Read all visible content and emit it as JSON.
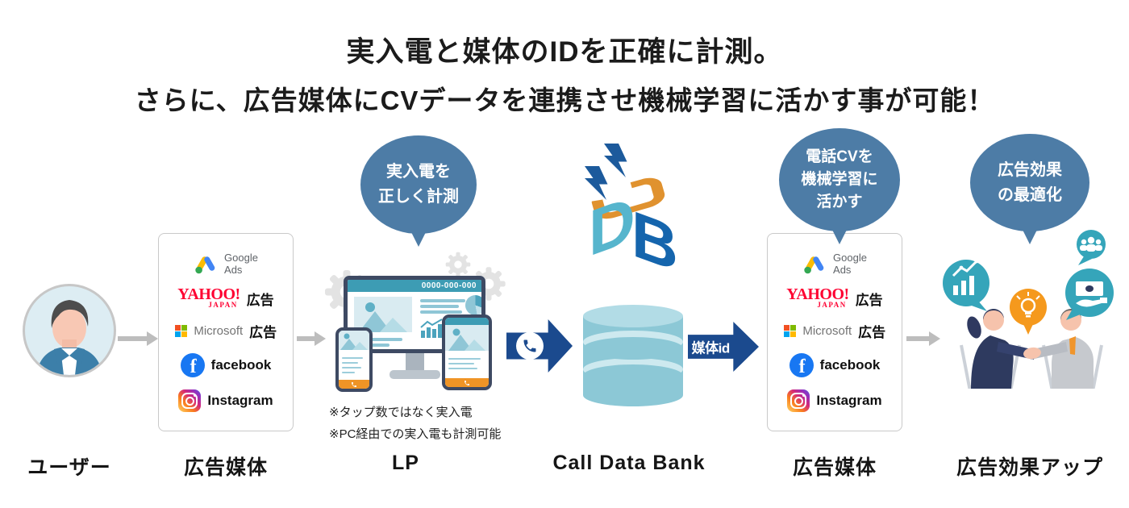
{
  "title": {
    "line1": "実入電と媒体のIDを正確に計測。",
    "line2": "さらに、広告媒体にCVデータを連携させ機械学習に活かす事が可能！"
  },
  "bubbles": {
    "lp": {
      "line1": "実入電を",
      "line2": "正しく計測"
    },
    "media": {
      "line1": "電話CVを",
      "line2": "機械学習に",
      "line3": "活かす"
    },
    "effect": {
      "line1": "広告効果",
      "line2": "の最適化"
    }
  },
  "ad_media": {
    "google": {
      "line1": "Google",
      "line2": "Ads"
    },
    "yahoo": {
      "logo": "YAHOO!",
      "logo_sub": "JAPAN",
      "suffix": "広告"
    },
    "microsoft": {
      "name": "Microsoft",
      "suffix": "広告"
    },
    "facebook": {
      "logo_letter": "f",
      "label": "facebook"
    },
    "instagram": {
      "label": "Instagram"
    }
  },
  "lp": {
    "phone_number": "0000-000-000",
    "note1": "※タップ数ではなく実入電",
    "note2": "※PC経由での実入電も計測可能"
  },
  "arrows": {
    "media_id": "媒体id"
  },
  "labels": {
    "user": "ユーザー",
    "ad_media_left": "広告媒体",
    "lp": "LP",
    "cdb": "Call Data Bank",
    "ad_media_right": "広告媒体",
    "effect": "広告効果アップ"
  },
  "colors": {
    "bubble_blue": "#4d7ca6",
    "arrow_navy": "#1b4a8e",
    "teal": "#3d9cb4",
    "cylinder_teal": "#8cc8d6",
    "gray_arrow": "#bdbdbd",
    "accent_orange": "#ef9426",
    "icon_teal": "#35a5ba",
    "icon_orange": "#f5991d"
  }
}
